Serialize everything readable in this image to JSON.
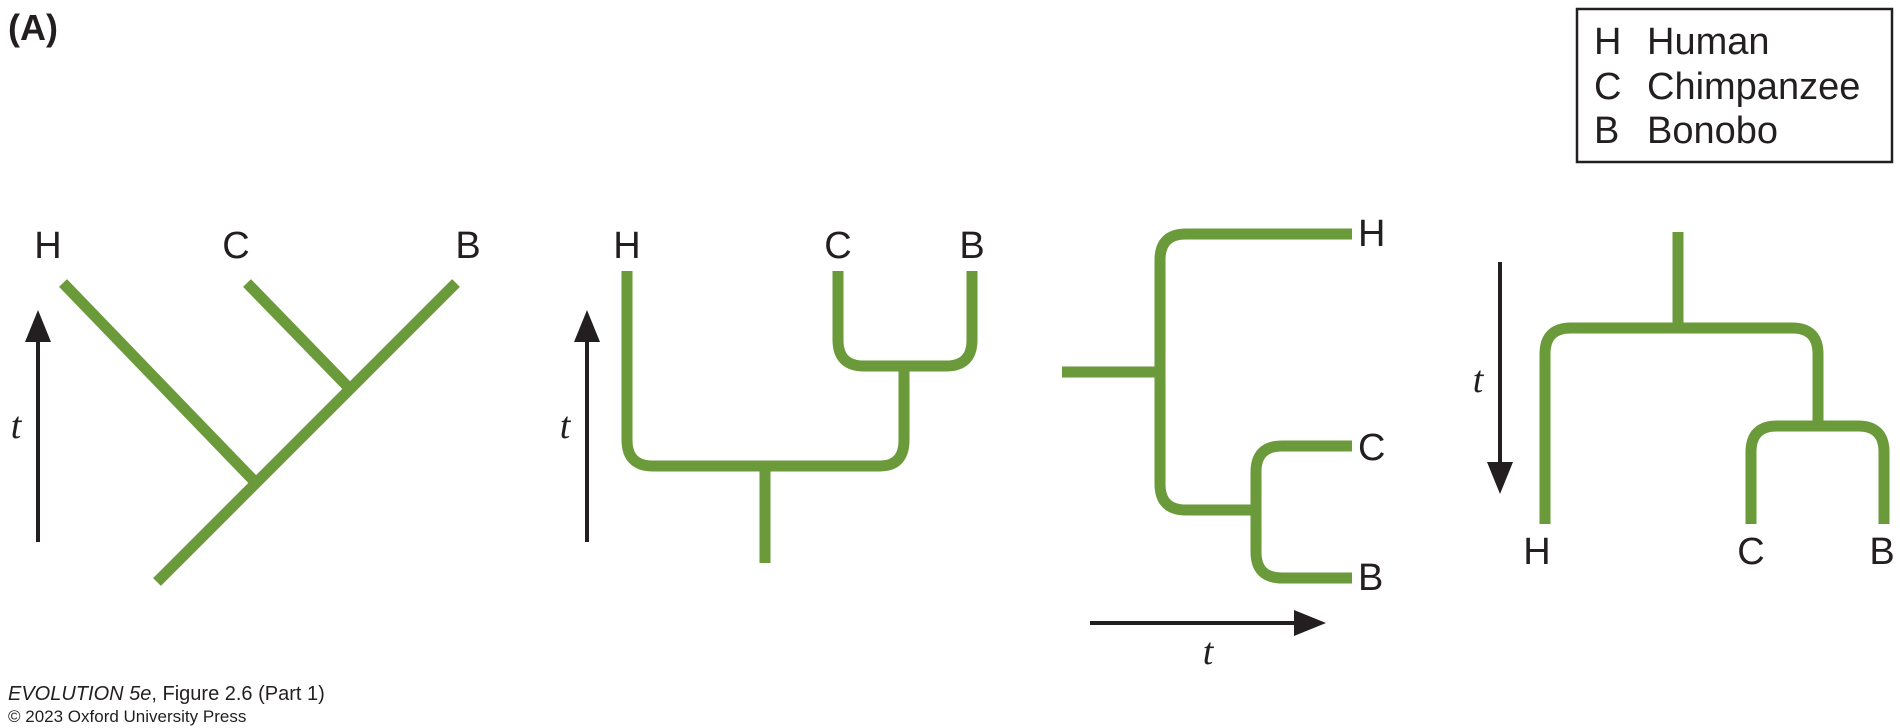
{
  "panel_label": "(A)",
  "legend": [
    {
      "code": "H",
      "name": "Human"
    },
    {
      "code": "C",
      "name": "Chimpanzee"
    },
    {
      "code": "B",
      "name": "Bonobo"
    }
  ],
  "time_label": "t",
  "trees": [
    {
      "style": "diagonal",
      "time_direction": "up",
      "tips": [
        "H",
        "C",
        "B"
      ]
    },
    {
      "style": "rectangular",
      "time_direction": "up",
      "tips": [
        "H",
        "C",
        "B"
      ]
    },
    {
      "style": "rectangular",
      "time_direction": "right",
      "tips": [
        "H",
        "C",
        "B"
      ]
    },
    {
      "style": "rectangular",
      "time_direction": "down",
      "tips": [
        "H",
        "C",
        "B"
      ]
    }
  ],
  "credit": {
    "book": "EVOLUTION 5e",
    "figure": ", Figure 2.6 (Part 1)",
    "copyright": "© 2023 Oxford University Press"
  },
  "colors": {
    "branch": "#6a9a3a",
    "ink": "#231f20"
  }
}
